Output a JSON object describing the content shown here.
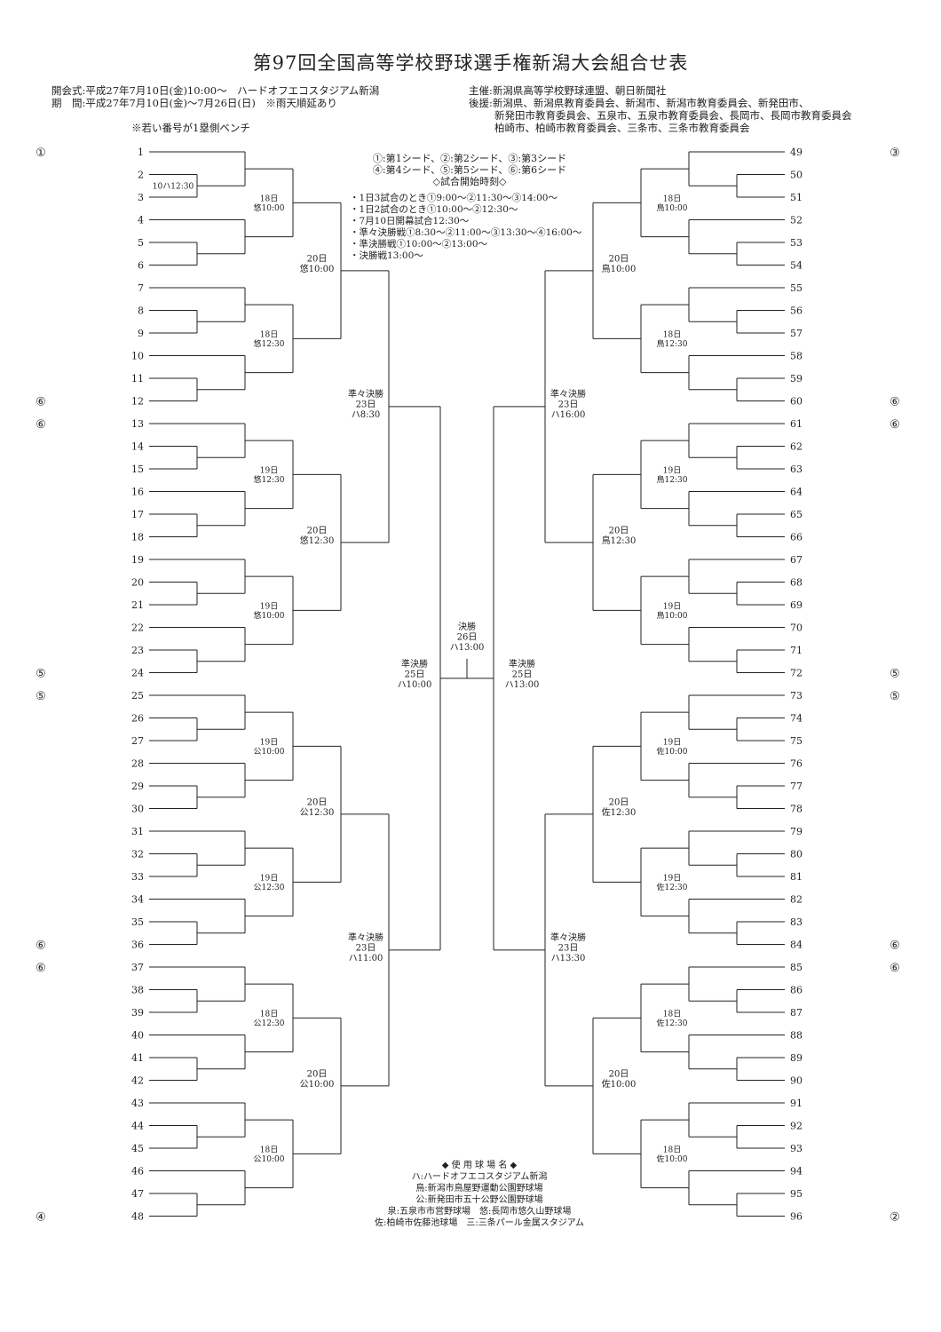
{
  "title": "第97回全国高等学校野球選手権新潟大会組合せ表",
  "opening": "開会式:平成27年7月10日(金)10:00〜　ハードオフエコスタジアム新潟",
  "period": "期　間:平成27年7月10日(金)〜7月26日(日)　※雨天順延あり",
  "sponsor": "主催:新潟県高等学校野球連盟、朝日新聞社",
  "support": [
    "後援:新潟県、新潟県教育委員会、新潟市、新潟市教育委員会、新発田市、",
    "新発田市教育委員会、五泉市、五泉市教育委員会、長岡市、長岡市教育委員会",
    "柏崎市、柏崎市教育委員会、三条市、三条市教育委員会"
  ],
  "bench_note": "※若い番号が1塁側ベンチ",
  "seed_info": [
    "①:第1シード、②:第2シード、③:第3シード",
    "④:第4シード、⑤:第5シード、⑥:第6シード"
  ],
  "times_heading": "◇試合開始時刻◇",
  "times": [
    "・1日3試合のとき①9:00〜②11:30〜③14:00〜",
    "・1日2試合のとき①10:00〜②12:30〜",
    "・7月10日開幕試合12:30〜",
    "・準々決勝戦①8:30〜②11:00〜③13:30〜④16:00〜",
    "・準決勝戦①10:00〜②13:00〜",
    "・決勝戦13:00〜"
  ],
  "venue_heading": "◆ 使 用 球 場 名 ◆",
  "venues": [
    "ハ:ハードオフエコスタジアム新潟",
    "鳥:新潟市鳥屋野運動公園野球場",
    "公:新発田市五十公野公園野球場",
    "泉:五泉市市営野球場　悠:長岡市悠久山野球場",
    "佐:柏崎市佐藤池球場　三:三条パール金属スタジアム"
  ],
  "seeds": [
    {
      "slot": 1,
      "mark": "①"
    },
    {
      "slot": 12,
      "mark": "⑥"
    },
    {
      "slot": 13,
      "mark": "⑥"
    },
    {
      "slot": 24,
      "mark": "⑤"
    },
    {
      "slot": 25,
      "mark": "⑤"
    },
    {
      "slot": 36,
      "mark": "⑥"
    },
    {
      "slot": 37,
      "mark": "⑥"
    },
    {
      "slot": 48,
      "mark": "④"
    },
    {
      "slot": 49,
      "mark": "③"
    },
    {
      "slot": 60,
      "mark": "⑥"
    },
    {
      "slot": 61,
      "mark": "⑥"
    },
    {
      "slot": 72,
      "mark": "⑤"
    },
    {
      "slot": 73,
      "mark": "⑤"
    },
    {
      "slot": 84,
      "mark": "⑥"
    },
    {
      "slot": 85,
      "mark": "⑥"
    },
    {
      "slot": 96,
      "mark": "②"
    }
  ],
  "opening_game": "10ハ12:30",
  "r3_labels": {
    "L": [
      [
        "18日",
        "悠10:00"
      ],
      [
        "18日",
        "悠12:30"
      ],
      [
        "19日",
        "悠12:30"
      ],
      [
        "19日",
        "悠10:00"
      ],
      [
        "19日",
        "公10:00"
      ],
      [
        "19日",
        "公12:30"
      ],
      [
        "18日",
        "公12:30"
      ],
      [
        "18日",
        "公10:00"
      ]
    ],
    "R": [
      [
        "18日",
        "鳥10:00"
      ],
      [
        "18日",
        "鳥12:30"
      ],
      [
        "19日",
        "鳥12:30"
      ],
      [
        "19日",
        "鳥10:00"
      ],
      [
        "19日",
        "佐10:00"
      ],
      [
        "19日",
        "佐12:30"
      ],
      [
        "18日",
        "佐12:30"
      ],
      [
        "18日",
        "佐10:00"
      ]
    ]
  },
  "r4_labels": {
    "L": [
      [
        "20日",
        "悠10:00"
      ],
      [
        "20日",
        "悠12:30"
      ],
      [
        "20日",
        "公12:30"
      ],
      [
        "20日",
        "公10:00"
      ]
    ],
    "R": [
      [
        "20日",
        "鳥10:00"
      ],
      [
        "20日",
        "鳥12:30"
      ],
      [
        "20日",
        "佐12:30"
      ],
      [
        "20日",
        "佐10:00"
      ]
    ]
  },
  "qf_labels": {
    "L": [
      [
        "準々決勝",
        "23日",
        "ハ8:30"
      ],
      [
        "準々決勝",
        "23日",
        "ハ11:00"
      ]
    ],
    "R": [
      [
        "準々決勝",
        "23日",
        "ハ16:00"
      ],
      [
        "準々決勝",
        "23日",
        "ハ13:30"
      ]
    ]
  },
  "sf_labels": {
    "L": [
      "準決勝",
      "25日",
      "ハ10:00"
    ],
    "R": [
      "準決勝",
      "25日",
      "ハ13:00"
    ]
  },
  "final_label": [
    "決勝",
    "26日",
    "ハ13:00"
  ]
}
